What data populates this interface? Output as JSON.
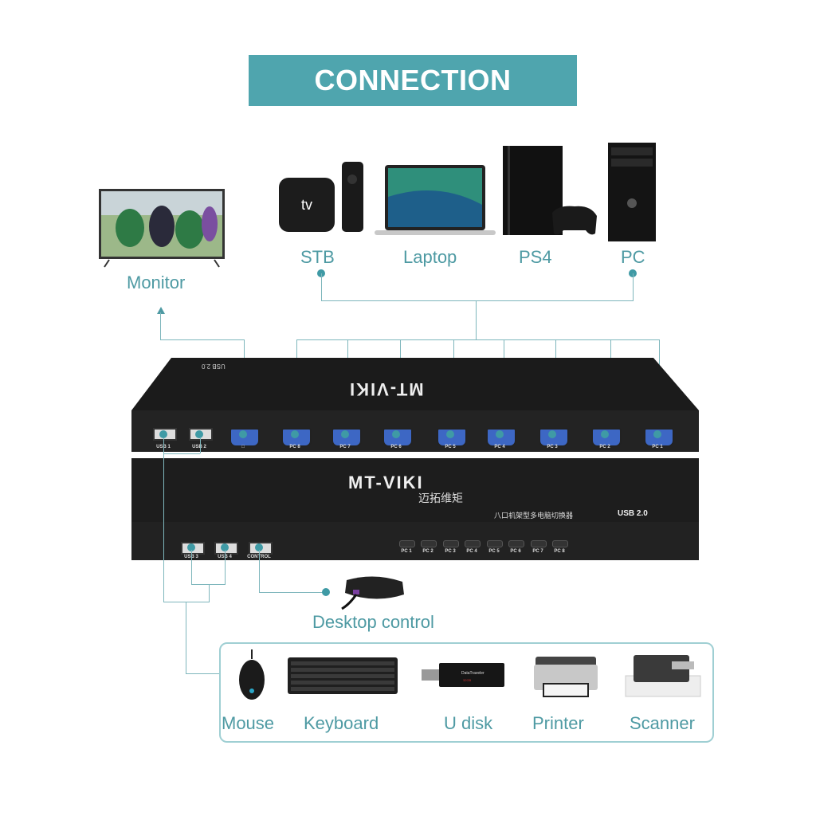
{
  "title": "CONNECTION",
  "colors": {
    "accent": "#4fa5ae",
    "line": "#7eb6bc",
    "label": "#4e9aa3",
    "kvm_body": "#1e1e1e",
    "vga_port": "#3d67c4"
  },
  "sources": [
    {
      "label": "STB",
      "icon": "apple-tv-icon",
      "brand": "tv"
    },
    {
      "label": "Laptop",
      "icon": "laptop-icon"
    },
    {
      "label": "PS4",
      "icon": "ps4-console-icon"
    },
    {
      "label": "PC",
      "icon": "desktop-tower-icon"
    }
  ],
  "monitor": {
    "label": "Monitor",
    "icon": "monitor-icon"
  },
  "kvm": {
    "brand": "MT-VIKI",
    "brand_cn": "迈拓维矩",
    "subtitle_cn": "八口机架型多电脑切换器",
    "usb_version": "USB 2.0",
    "back_ports": [
      "USB 1",
      "USB 2",
      "□",
      "PC 8",
      "PC 7",
      "PC 6",
      "PC 5",
      "PC 4",
      "PC 3",
      "PC 2",
      "PC 1"
    ],
    "front_ports": [
      "USB 3",
      "USB 4",
      "CONTROL"
    ],
    "front_buttons": [
      "PC 1",
      "PC 2",
      "PC 3",
      "PC 4",
      "PC 5",
      "PC 6",
      "PC 7",
      "PC 8"
    ]
  },
  "desktop_control": {
    "label": "Desktop control",
    "icon": "desktop-control-icon"
  },
  "peripherals": [
    {
      "label": "Mouse",
      "icon": "mouse-icon"
    },
    {
      "label": "Keyboard",
      "icon": "keyboard-icon"
    },
    {
      "label": "U disk",
      "icon": "usb-drive-icon",
      "brand_text": "DataTraveler 100 G3"
    },
    {
      "label": "Printer",
      "icon": "printer-icon"
    },
    {
      "label": "Scanner",
      "icon": "scanner-icon"
    }
  ]
}
